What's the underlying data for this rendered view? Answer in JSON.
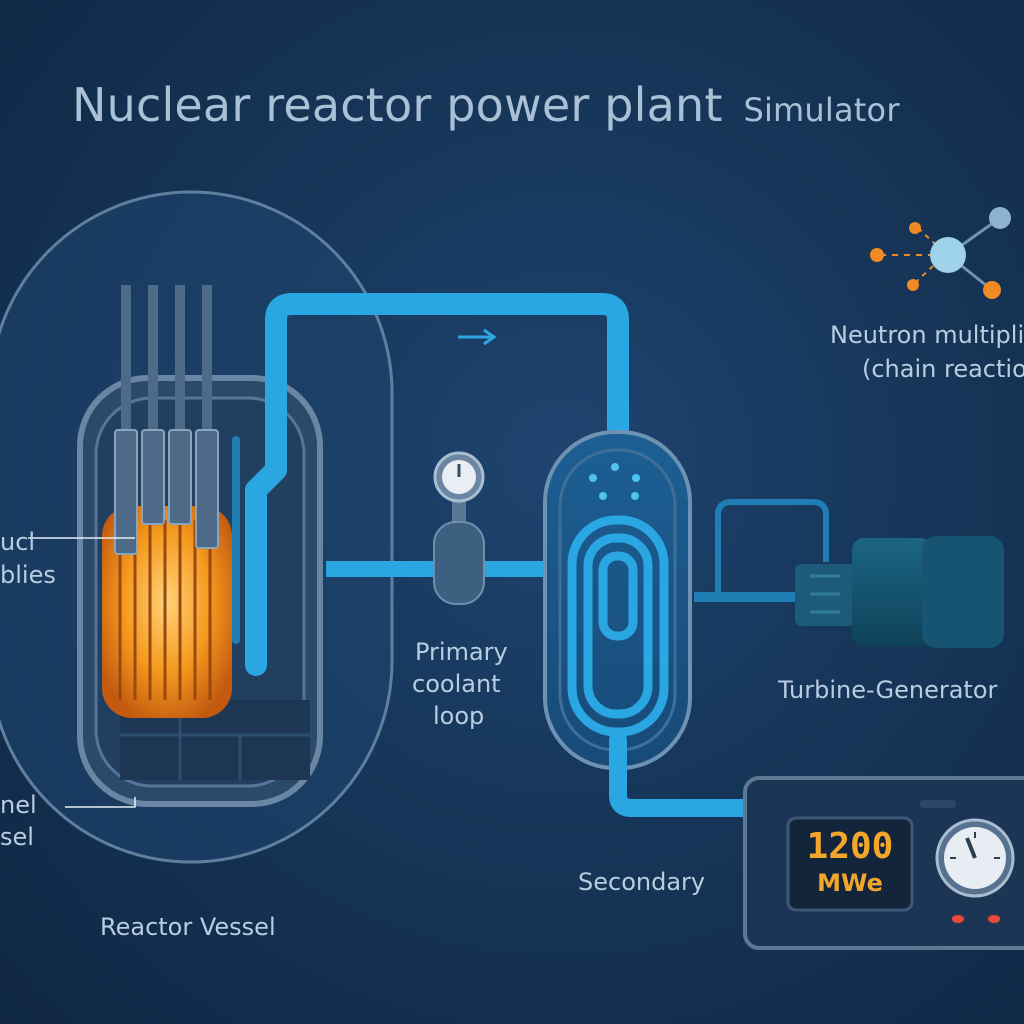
{
  "title": {
    "main": "Nuclear reactor power plant",
    "sub": "Simulator"
  },
  "labels": {
    "fuel": [
      "ucl",
      "blies"
    ],
    "channel": [
      "nel",
      "sel"
    ],
    "reactor_vessel": "Reactor Vessel",
    "primary_loop": [
      "Primary",
      "coolant",
      "loop"
    ],
    "secondary": "Secondary",
    "turbine": "Turbine-Generator",
    "neutron": [
      "Neutron multipli",
      "(chain reactio"
    ]
  },
  "readout": {
    "value": "1200",
    "unit": "MWe"
  },
  "colors": {
    "coolant": "#2aa7e3",
    "core_glow": "#f59a1e",
    "readout_text": "#f2a72c",
    "neutron_orange": "#f08a22",
    "neutron_blue": "#9fd3ea",
    "indicator_red": "#e84a3a"
  }
}
